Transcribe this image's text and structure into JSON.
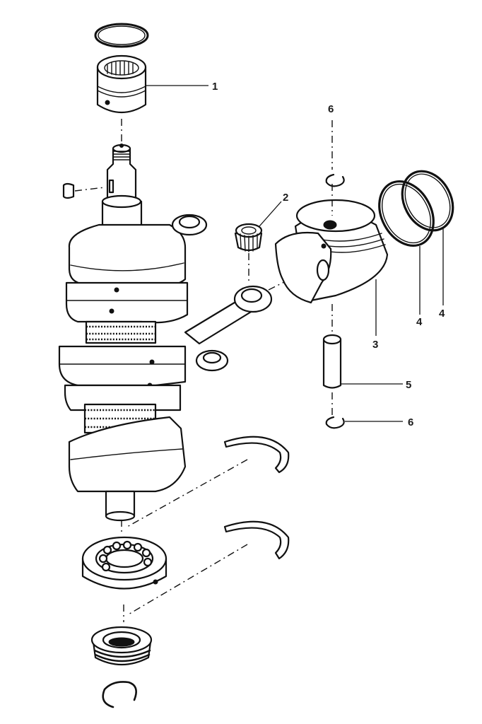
{
  "callouts": [
    {
      "id": "1",
      "text": "1",
      "part": "crankshaft-upper-bearing"
    },
    {
      "id": "2",
      "text": "2",
      "part": "needle-bearing"
    },
    {
      "id": "3",
      "text": "3",
      "part": "piston"
    },
    {
      "id": "4a",
      "text": "4",
      "part": "piston-ring-inner"
    },
    {
      "id": "4b",
      "text": "4",
      "part": "piston-ring-outer"
    },
    {
      "id": "5",
      "text": "5",
      "part": "piston-pin"
    },
    {
      "id": "6a",
      "text": "6",
      "part": "piston-pin-clip-upper"
    },
    {
      "id": "6b",
      "text": "6",
      "part": "piston-pin-clip-lower"
    }
  ]
}
